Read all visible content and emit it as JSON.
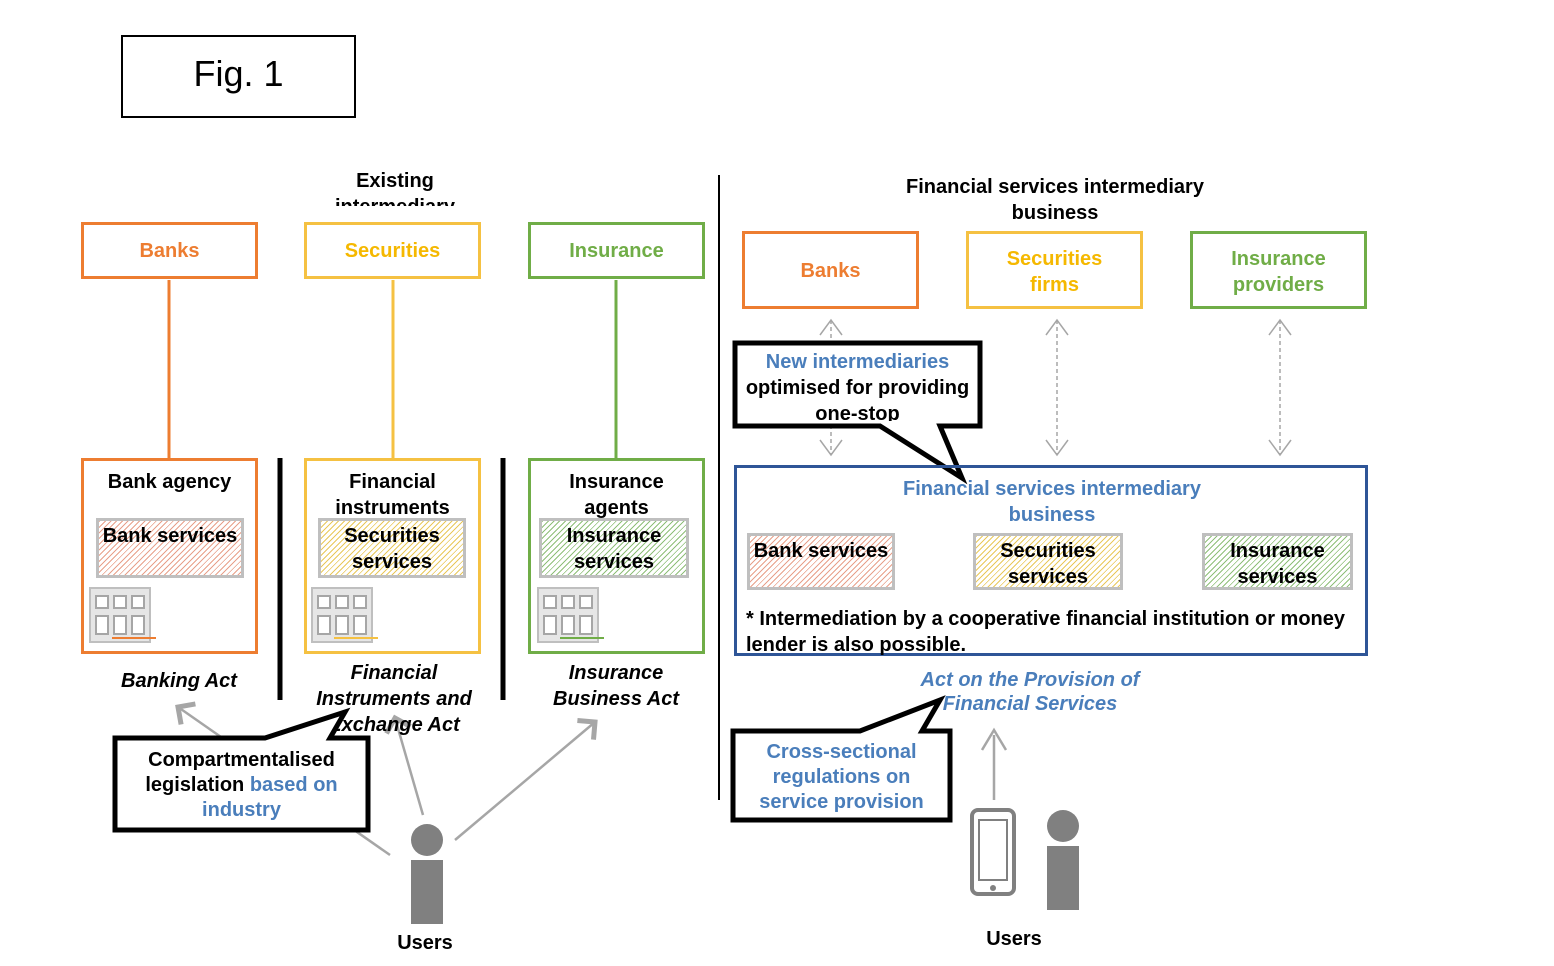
{
  "figure_label": "Fig. 1",
  "left": {
    "title": "Existing intermediary",
    "categories": [
      {
        "label": "Banks",
        "color": "#ed7d31"
      },
      {
        "label": "Securities",
        "color": "#f5c142"
      },
      {
        "label": "Insurance",
        "color": "#70ad47"
      }
    ],
    "intermediaries": [
      "Bank agency",
      "Financial instruments",
      "Insurance agents"
    ],
    "services": [
      "Bank services",
      "Securities services",
      "Insurance services"
    ],
    "acts": [
      "Banking Act",
      "Financial Instruments and Exchange Act",
      "Insurance Business Act"
    ],
    "callout": {
      "text_black": "Compartmentalised legislation ",
      "text_blue": "based on industry"
    },
    "users_label": "Users"
  },
  "right": {
    "title": "Financial services intermediary business",
    "categories": [
      {
        "label": "Banks",
        "color": "#ed7d31"
      },
      {
        "label": "Securities firms",
        "color": "#f5c142"
      },
      {
        "label": "Insurance providers",
        "color": "#70ad47"
      }
    ],
    "callout_top": {
      "text_blue": "New intermediaries",
      "text_black": "optimised for providing one-stop"
    },
    "business_box": {
      "title": "Financial services intermediary business",
      "services": [
        "Bank services",
        "Securities services",
        "Insurance services"
      ],
      "note": "* Intermediation by a cooperative financial institution or money lender is also possible."
    },
    "act": "Act on the Provision of Financial Services",
    "callout_bottom": "Cross-sectional regulations on service provision",
    "users_label": "Users"
  },
  "colors": {
    "orange": "#ed7d31",
    "yellow": "#f5c142",
    "green": "#70ad47",
    "blue": "#2e5597",
    "blue_text": "#4a7ebb",
    "gray": "#a6a6a6"
  }
}
